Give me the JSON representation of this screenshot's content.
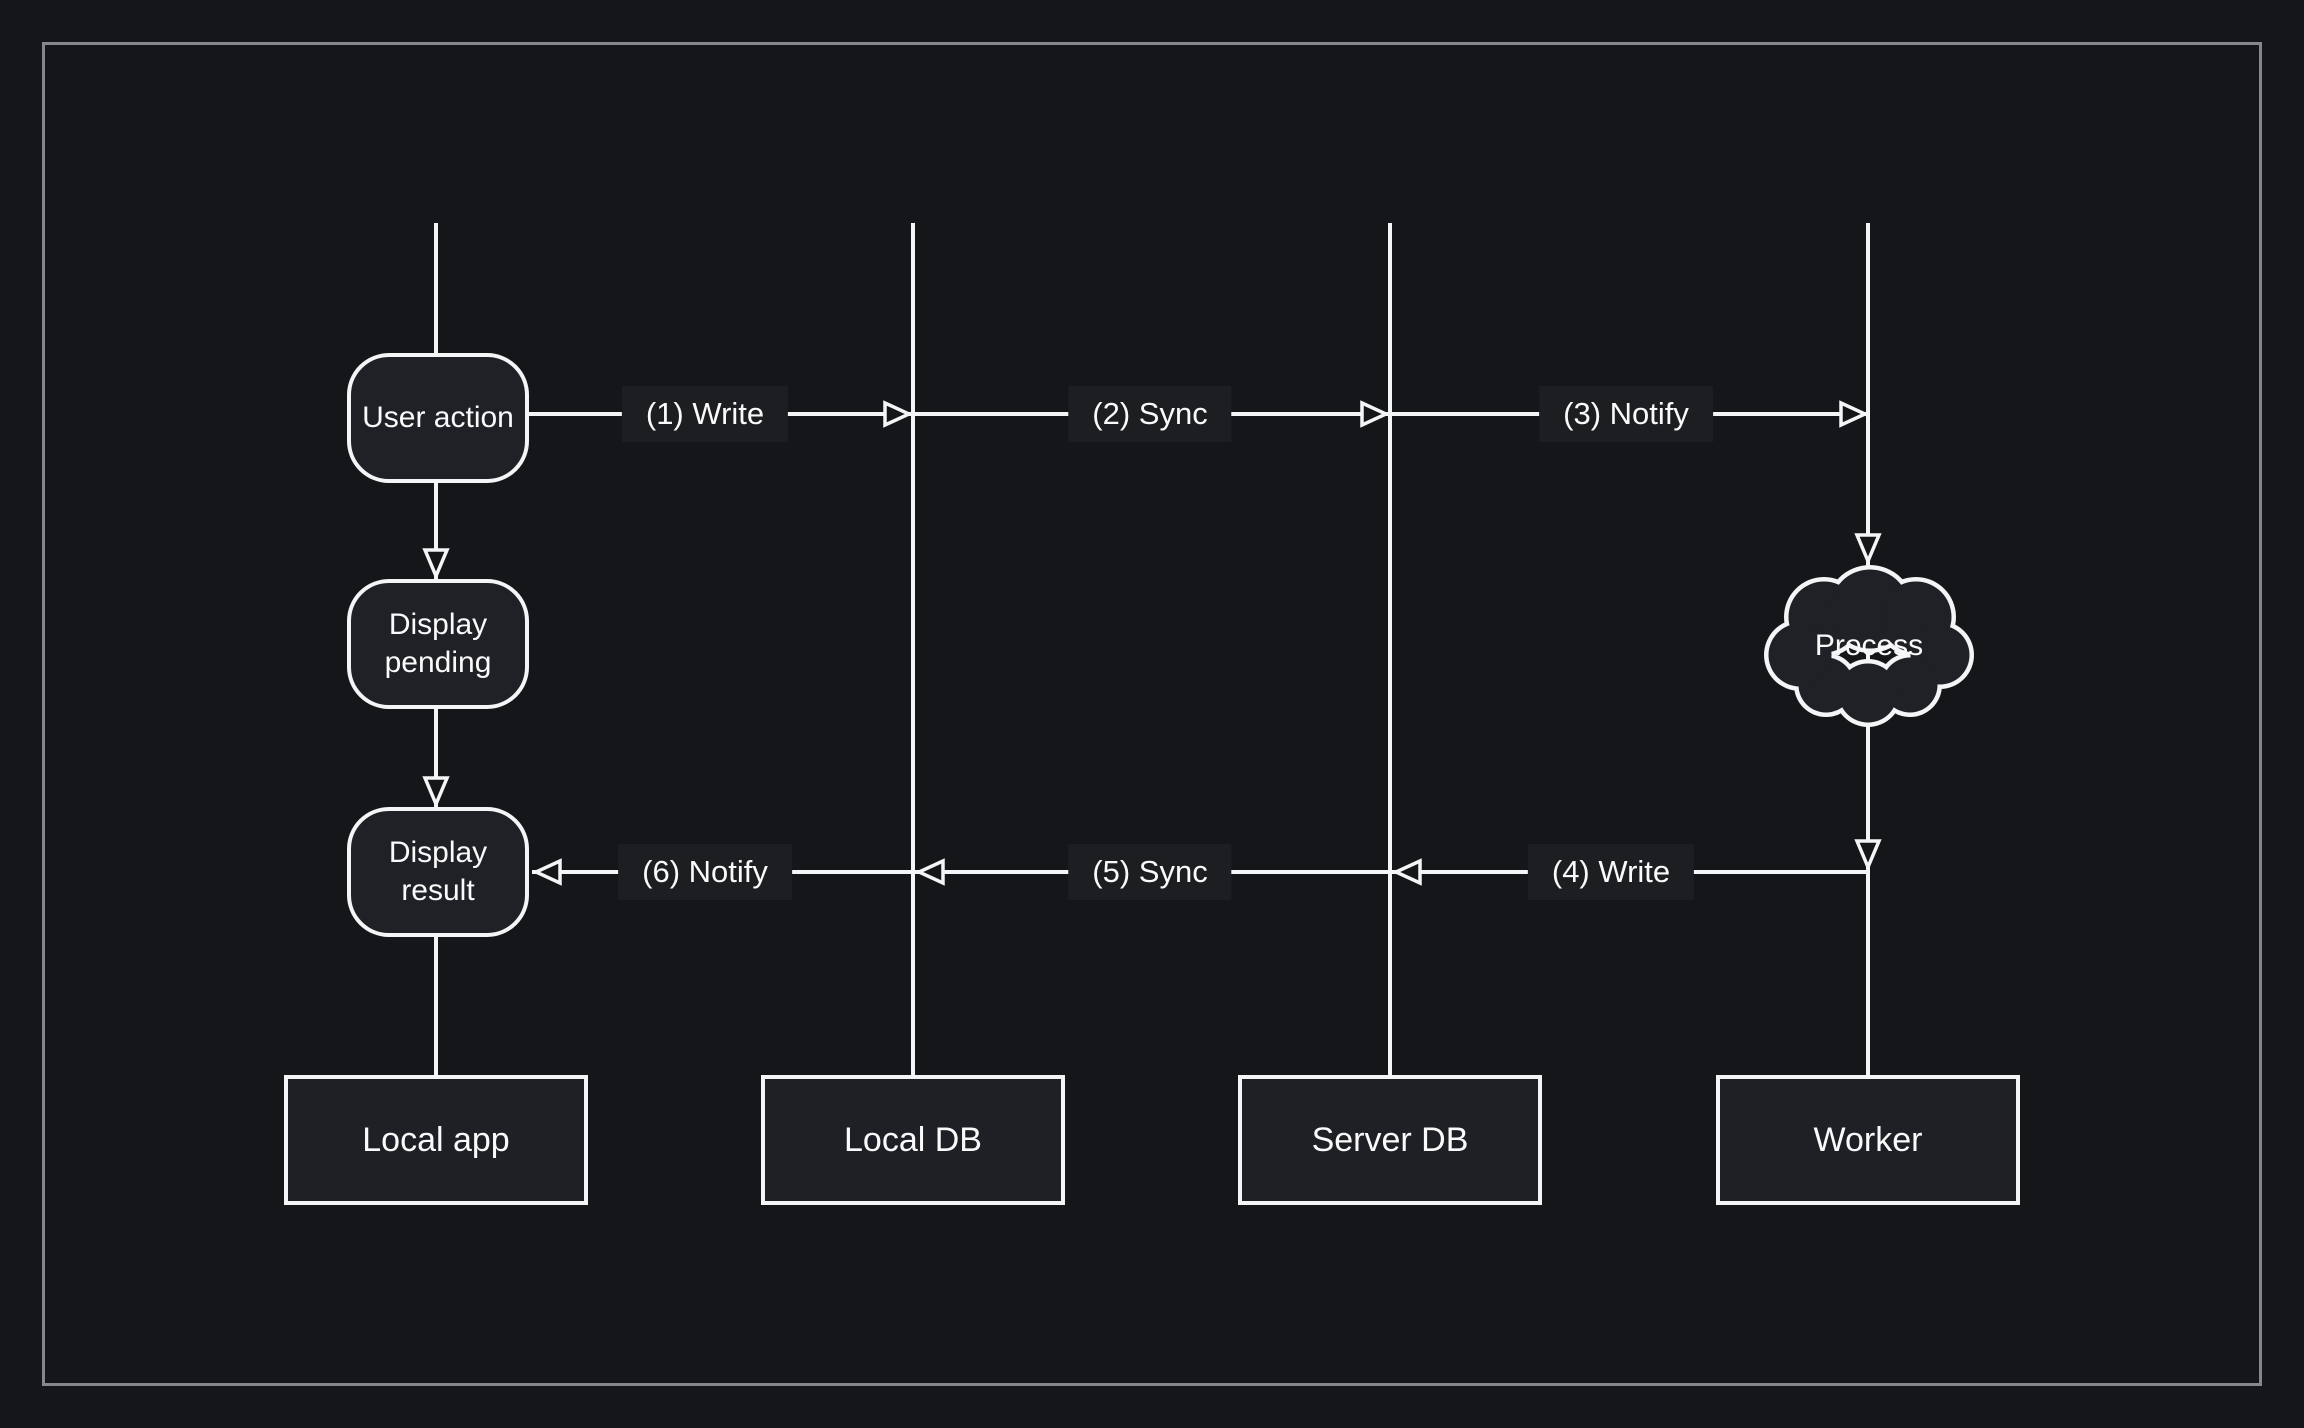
{
  "diagram": {
    "kind": "sequence-flow diagram",
    "colors": {
      "background": "#15161a",
      "frame_border": "#85878a",
      "node_fill": "#1f2126",
      "actor_fill": "#1e2025",
      "label_fill": "#1c1e22",
      "stroke": "#f4f5f6",
      "text": "#fafafa"
    }
  },
  "nodes": {
    "user_action": {
      "label": "User action"
    },
    "display_pending": {
      "label": "Display pending"
    },
    "display_result": {
      "label": "Display result"
    },
    "process": {
      "label": "Process"
    }
  },
  "lanes": [
    {
      "actor": "Local app"
    },
    {
      "actor": "Local DB"
    },
    {
      "actor": "Server DB"
    },
    {
      "actor": "Worker"
    }
  ],
  "messages": [
    {
      "label": "(1) Write",
      "from": "Local app",
      "to": "Local DB",
      "direction": "right"
    },
    {
      "label": "(2) Sync",
      "from": "Local DB",
      "to": "Server DB",
      "direction": "right"
    },
    {
      "label": "(3) Notify",
      "from": "Server DB",
      "to": "Worker",
      "direction": "right"
    },
    {
      "label": "(4) Write",
      "from": "Worker",
      "to": "Server DB",
      "direction": "left"
    },
    {
      "label": "(5) Sync",
      "from": "Server DB",
      "to": "Local DB",
      "direction": "left"
    },
    {
      "label": "(6) Notify",
      "from": "Local DB",
      "to": "Local app",
      "direction": "left"
    }
  ]
}
